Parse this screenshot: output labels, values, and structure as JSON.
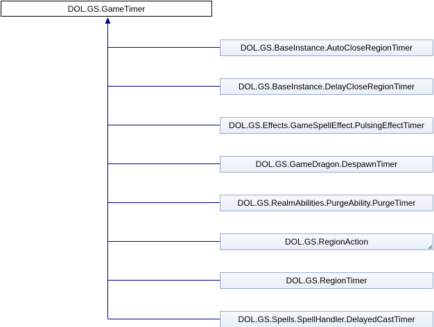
{
  "diagram": {
    "base_class": "DOL.GS.GameTimer",
    "derived_classes": [
      {
        "label": "DOL.GS.BaseInstance.AutoCloseRegionTimer",
        "truncated": false
      },
      {
        "label": "DOL.GS.BaseInstance.DelayCloseRegionTimer",
        "truncated": false
      },
      {
        "label": "DOL.GS.Effects.GameSpellEffect.PulsingEffectTimer",
        "truncated": false
      },
      {
        "label": "DOL.GS.GameDragon.DespawnTimer",
        "truncated": false
      },
      {
        "label": "DOL.GS.RealmAbilities.PurgeAbility.PurgeTimer",
        "truncated": false
      },
      {
        "label": "DOL.GS.RegionAction",
        "truncated": true
      },
      {
        "label": "DOL.GS.RegionTimer",
        "truncated": false
      },
      {
        "label": "DOL.GS.Spells.SpellHandler.DelayedCastTimer",
        "truncated": false
      }
    ]
  },
  "colors": {
    "edge": "#000080",
    "child_border": "#9aa9c9",
    "child_fill_top": "#f7f9fc",
    "child_fill_bottom": "#e8eef8",
    "root_border": "#000000"
  }
}
